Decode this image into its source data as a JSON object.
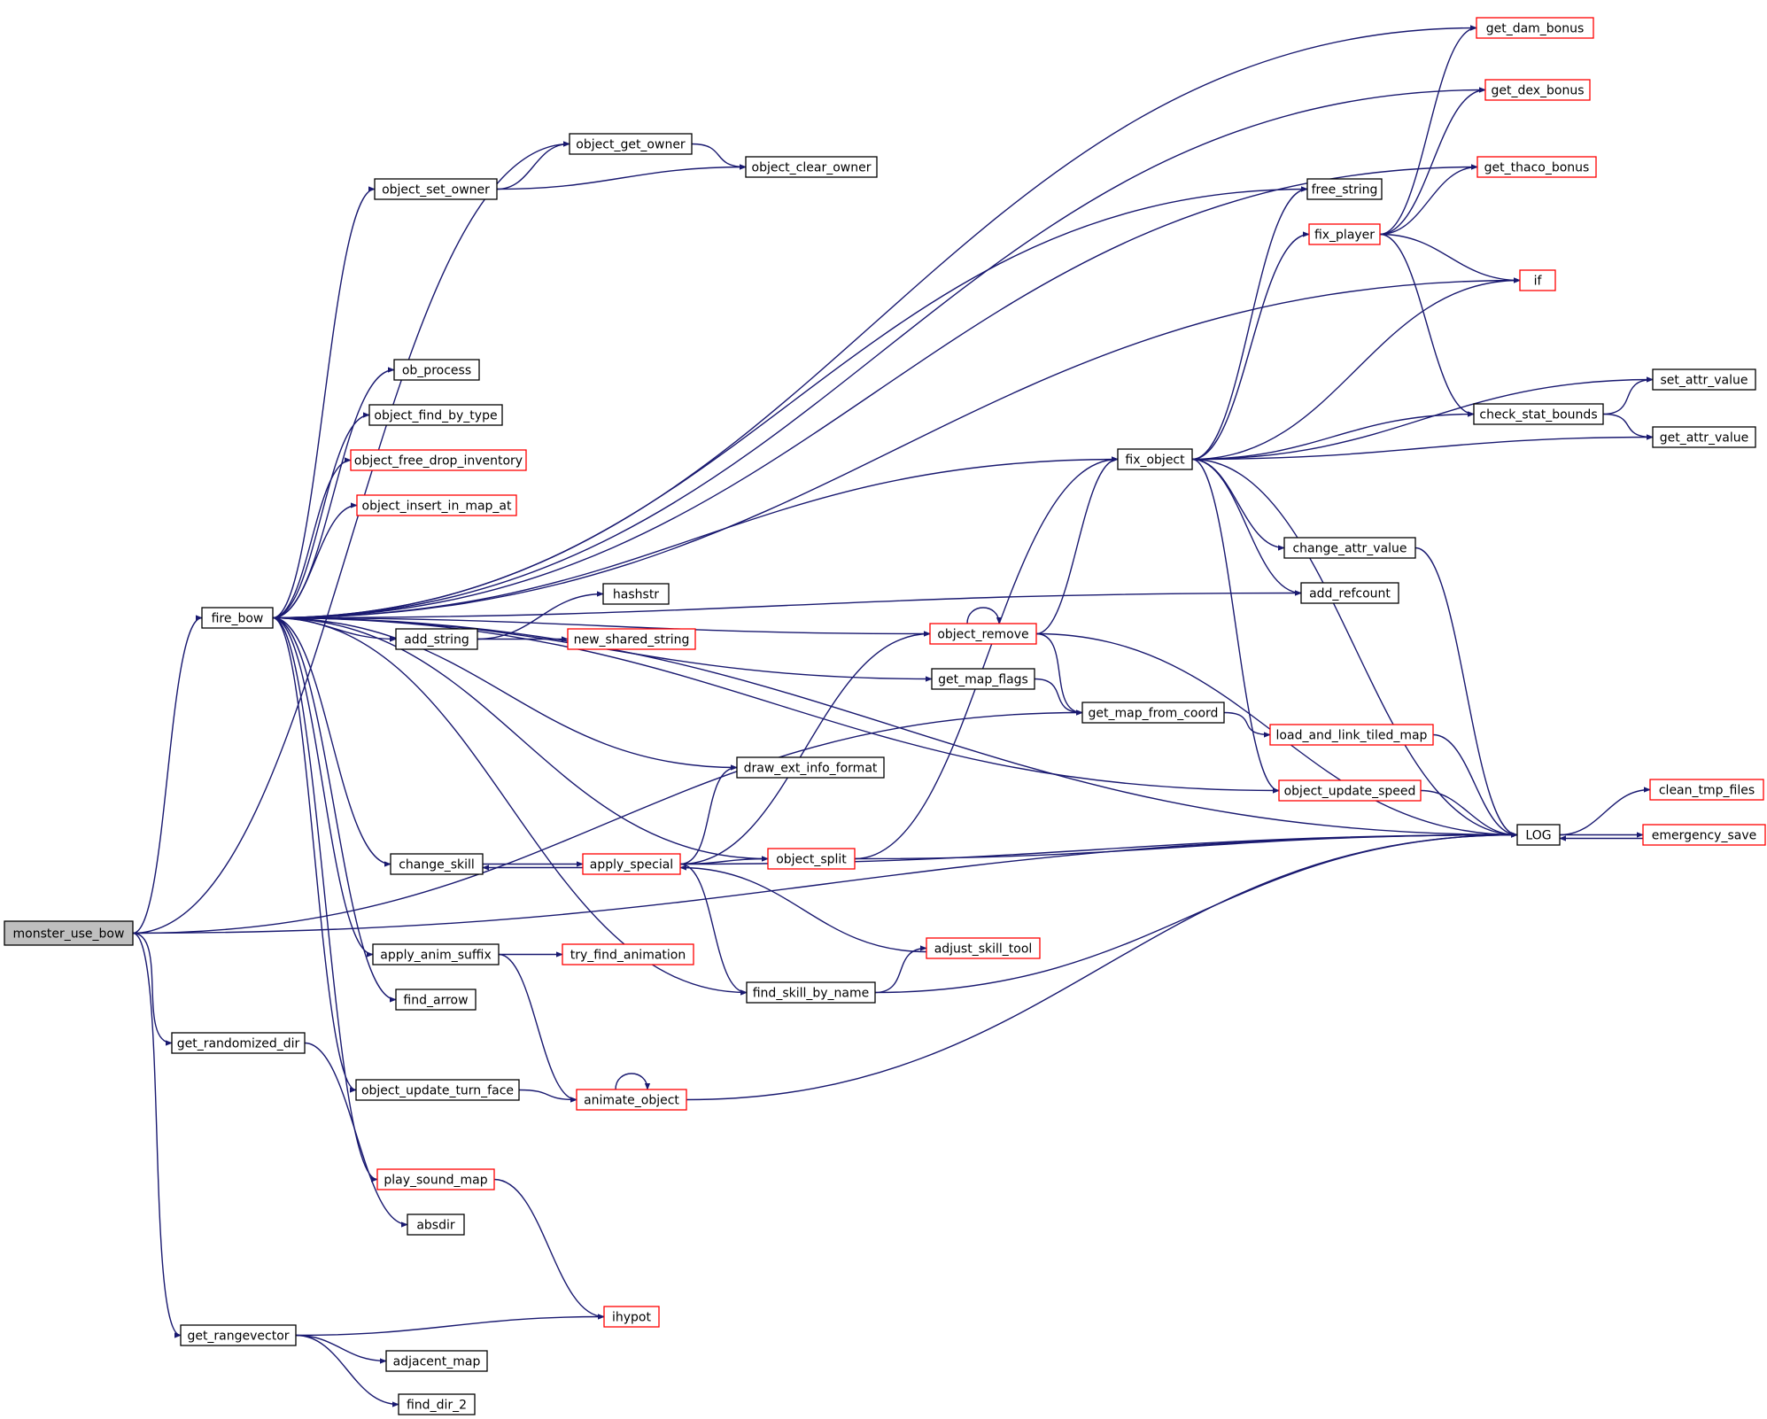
{
  "diagram": {
    "type": "call-graph",
    "nodes": [
      {
        "id": "monster_use_bow",
        "label": "monster_use_bow",
        "style": "root"
      },
      {
        "id": "fire_bow",
        "label": "fire_bow",
        "style": "black"
      },
      {
        "id": "get_randomized_dir",
        "label": "get_randomized_dir",
        "style": "black"
      },
      {
        "id": "get_rangevector",
        "label": "get_rangevector",
        "style": "black"
      },
      {
        "id": "object_get_owner",
        "label": "object_get_owner",
        "style": "black"
      },
      {
        "id": "object_set_owner",
        "label": "object_set_owner",
        "style": "black"
      },
      {
        "id": "object_clear_owner",
        "label": "object_clear_owner",
        "style": "black"
      },
      {
        "id": "ob_process",
        "label": "ob_process",
        "style": "black"
      },
      {
        "id": "object_find_by_type",
        "label": "object_find_by_type",
        "style": "black"
      },
      {
        "id": "object_free_drop_inventory",
        "label": "object_free_drop_inventory",
        "style": "red"
      },
      {
        "id": "object_insert_in_map_at",
        "label": "object_insert_in_map_at",
        "style": "red"
      },
      {
        "id": "hashstr",
        "label": "hashstr",
        "style": "black"
      },
      {
        "id": "add_string",
        "label": "add_string",
        "style": "black"
      },
      {
        "id": "new_shared_string",
        "label": "new_shared_string",
        "style": "red"
      },
      {
        "id": "draw_ext_info_format",
        "label": "draw_ext_info_format",
        "style": "black"
      },
      {
        "id": "change_skill",
        "label": "change_skill",
        "style": "black"
      },
      {
        "id": "apply_special",
        "label": "apply_special",
        "style": "red"
      },
      {
        "id": "object_split",
        "label": "object_split",
        "style": "red"
      },
      {
        "id": "apply_anim_suffix",
        "label": "apply_anim_suffix",
        "style": "black"
      },
      {
        "id": "try_find_animation",
        "label": "try_find_animation",
        "style": "red"
      },
      {
        "id": "find_arrow",
        "label": "find_arrow",
        "style": "black"
      },
      {
        "id": "find_skill_by_name",
        "label": "find_skill_by_name",
        "style": "black"
      },
      {
        "id": "adjust_skill_tool",
        "label": "adjust_skill_tool",
        "style": "red"
      },
      {
        "id": "object_update_turn_face",
        "label": "object_update_turn_face",
        "style": "black"
      },
      {
        "id": "animate_object",
        "label": "animate_object",
        "style": "red"
      },
      {
        "id": "play_sound_map",
        "label": "play_sound_map",
        "style": "red"
      },
      {
        "id": "absdir",
        "label": "absdir",
        "style": "black"
      },
      {
        "id": "ihypot",
        "label": "ihypot",
        "style": "red"
      },
      {
        "id": "adjacent_map",
        "label": "adjacent_map",
        "style": "black"
      },
      {
        "id": "find_dir_2",
        "label": "find_dir_2",
        "style": "black"
      },
      {
        "id": "object_remove",
        "label": "object_remove",
        "style": "red"
      },
      {
        "id": "get_map_flags",
        "label": "get_map_flags",
        "style": "black"
      },
      {
        "id": "get_map_from_coord",
        "label": "get_map_from_coord",
        "style": "black"
      },
      {
        "id": "load_and_link_tiled_map",
        "label": "load_and_link_tiled_map",
        "style": "red"
      },
      {
        "id": "fix_object",
        "label": "fix_object",
        "style": "black"
      },
      {
        "id": "free_string",
        "label": "free_string",
        "style": "black"
      },
      {
        "id": "fix_player",
        "label": "fix_player",
        "style": "red"
      },
      {
        "id": "if",
        "label": "if",
        "style": "red"
      },
      {
        "id": "check_stat_bounds",
        "label": "check_stat_bounds",
        "style": "black"
      },
      {
        "id": "set_attr_value",
        "label": "set_attr_value",
        "style": "black"
      },
      {
        "id": "get_attr_value",
        "label": "get_attr_value",
        "style": "black"
      },
      {
        "id": "change_attr_value",
        "label": "change_attr_value",
        "style": "black"
      },
      {
        "id": "add_refcount",
        "label": "add_refcount",
        "style": "black"
      },
      {
        "id": "object_update_speed",
        "label": "object_update_speed",
        "style": "red"
      },
      {
        "id": "get_dam_bonus",
        "label": "get_dam_bonus",
        "style": "red"
      },
      {
        "id": "get_dex_bonus",
        "label": "get_dex_bonus",
        "style": "red"
      },
      {
        "id": "get_thaco_bonus",
        "label": "get_thaco_bonus",
        "style": "red"
      },
      {
        "id": "LOG",
        "label": "LOG",
        "style": "black"
      },
      {
        "id": "clean_tmp_files",
        "label": "clean_tmp_files",
        "style": "red"
      },
      {
        "id": "emergency_save",
        "label": "emergency_save",
        "style": "red"
      }
    ],
    "edges": [
      [
        "monster_use_bow",
        "fire_bow"
      ],
      [
        "monster_use_bow",
        "object_get_owner"
      ],
      [
        "monster_use_bow",
        "get_map_from_coord"
      ],
      [
        "monster_use_bow",
        "get_randomized_dir"
      ],
      [
        "monster_use_bow",
        "get_rangevector"
      ],
      [
        "monster_use_bow",
        "LOG"
      ],
      [
        "fire_bow",
        "get_dam_bonus"
      ],
      [
        "fire_bow",
        "get_dex_bonus"
      ],
      [
        "fire_bow",
        "get_thaco_bonus"
      ],
      [
        "fire_bow",
        "object_set_owner"
      ],
      [
        "fire_bow",
        "free_string"
      ],
      [
        "fire_bow",
        "if"
      ],
      [
        "fire_bow",
        "fix_object"
      ],
      [
        "fire_bow",
        "ob_process"
      ],
      [
        "fire_bow",
        "object_find_by_type"
      ],
      [
        "fire_bow",
        "object_free_drop_inventory"
      ],
      [
        "fire_bow",
        "object_insert_in_map_at"
      ],
      [
        "fire_bow",
        "add_refcount"
      ],
      [
        "fire_bow",
        "draw_ext_info_format"
      ],
      [
        "fire_bow",
        "add_string"
      ],
      [
        "fire_bow",
        "object_remove"
      ],
      [
        "fire_bow",
        "get_map_flags"
      ],
      [
        "fire_bow",
        "object_split"
      ],
      [
        "fire_bow",
        "change_skill"
      ],
      [
        "fire_bow",
        "find_skill_by_name"
      ],
      [
        "fire_bow",
        "apply_anim_suffix"
      ],
      [
        "fire_bow",
        "find_arrow"
      ],
      [
        "fire_bow",
        "object_update_speed"
      ],
      [
        "fire_bow",
        "object_update_turn_face"
      ],
      [
        "fire_bow",
        "play_sound_map"
      ],
      [
        "fire_bow",
        "LOG"
      ],
      [
        "object_set_owner",
        "object_get_owner"
      ],
      [
        "object_set_owner",
        "object_clear_owner"
      ],
      [
        "object_get_owner",
        "object_clear_owner"
      ],
      [
        "add_string",
        "hashstr"
      ],
      [
        "add_string",
        "new_shared_string"
      ],
      [
        "change_skill",
        "apply_special"
      ],
      [
        "apply_special",
        "change_skill"
      ],
      [
        "apply_special",
        "draw_ext_info_format"
      ],
      [
        "apply_special",
        "object_remove"
      ],
      [
        "apply_special",
        "object_split"
      ],
      [
        "apply_special",
        "find_skill_by_name"
      ],
      [
        "apply_special",
        "LOG"
      ],
      [
        "object_split",
        "fix_object"
      ],
      [
        "object_split",
        "LOG"
      ],
      [
        "apply_anim_suffix",
        "try_find_animation"
      ],
      [
        "apply_anim_suffix",
        "animate_object"
      ],
      [
        "find_skill_by_name",
        "adjust_skill_tool"
      ],
      [
        "find_skill_by_name",
        "LOG"
      ],
      [
        "adjust_skill_tool",
        "apply_special"
      ],
      [
        "object_update_turn_face",
        "animate_object"
      ],
      [
        "animate_object",
        "animate_object"
      ],
      [
        "animate_object",
        "LOG"
      ],
      [
        "play_sound_map",
        "ihypot"
      ],
      [
        "get_randomized_dir",
        "absdir"
      ],
      [
        "get_rangevector",
        "ihypot"
      ],
      [
        "get_rangevector",
        "adjacent_map"
      ],
      [
        "get_rangevector",
        "find_dir_2"
      ],
      [
        "object_remove",
        "object_remove"
      ],
      [
        "object_remove",
        "fix_object"
      ],
      [
        "object_remove",
        "get_map_from_coord"
      ],
      [
        "object_remove",
        "LOG"
      ],
      [
        "get_map_flags",
        "get_map_from_coord"
      ],
      [
        "get_map_from_coord",
        "load_and_link_tiled_map"
      ],
      [
        "load_and_link_tiled_map",
        "LOG"
      ],
      [
        "fix_object",
        "free_string"
      ],
      [
        "fix_object",
        "fix_player"
      ],
      [
        "fix_object",
        "if"
      ],
      [
        "fix_object",
        "set_attr_value"
      ],
      [
        "fix_object",
        "check_stat_bounds"
      ],
      [
        "fix_object",
        "get_attr_value"
      ],
      [
        "fix_object",
        "change_attr_value"
      ],
      [
        "fix_object",
        "add_refcount"
      ],
      [
        "fix_object",
        "object_update_speed"
      ],
      [
        "fix_object",
        "LOG"
      ],
      [
        "fix_player",
        "get_dam_bonus"
      ],
      [
        "fix_player",
        "get_dex_bonus"
      ],
      [
        "fix_player",
        "get_thaco_bonus"
      ],
      [
        "fix_player",
        "if"
      ],
      [
        "fix_player",
        "check_stat_bounds"
      ],
      [
        "check_stat_bounds",
        "set_attr_value"
      ],
      [
        "check_stat_bounds",
        "get_attr_value"
      ],
      [
        "change_attr_value",
        "LOG"
      ],
      [
        "object_update_speed",
        "LOG"
      ],
      [
        "LOG",
        "clean_tmp_files"
      ],
      [
        "LOG",
        "emergency_save"
      ],
      [
        "emergency_save",
        "LOG"
      ]
    ]
  }
}
